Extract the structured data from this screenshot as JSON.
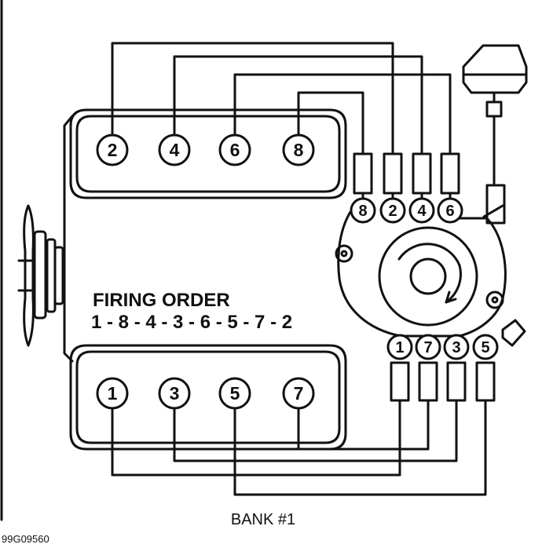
{
  "firing_order": {
    "heading": "FIRING ORDER",
    "sequence": "1 - 8 - 4 - 3 - 6 - 5 - 7 - 2"
  },
  "bank_label": "BANK #1",
  "figure_code": "99G09560",
  "upper_bank": {
    "cylinders": [
      "2",
      "4",
      "6",
      "8"
    ]
  },
  "lower_bank": {
    "cylinders": [
      "1",
      "3",
      "5",
      "7"
    ]
  },
  "distributor": {
    "cap_top_terminals": [
      "8",
      "2",
      "4",
      "6"
    ],
    "cap_bottom_terminals": [
      "1",
      "7",
      "3",
      "5"
    ],
    "rotation": "clockwise"
  },
  "colors": {
    "line": "#111111",
    "background": "#ffffff"
  }
}
